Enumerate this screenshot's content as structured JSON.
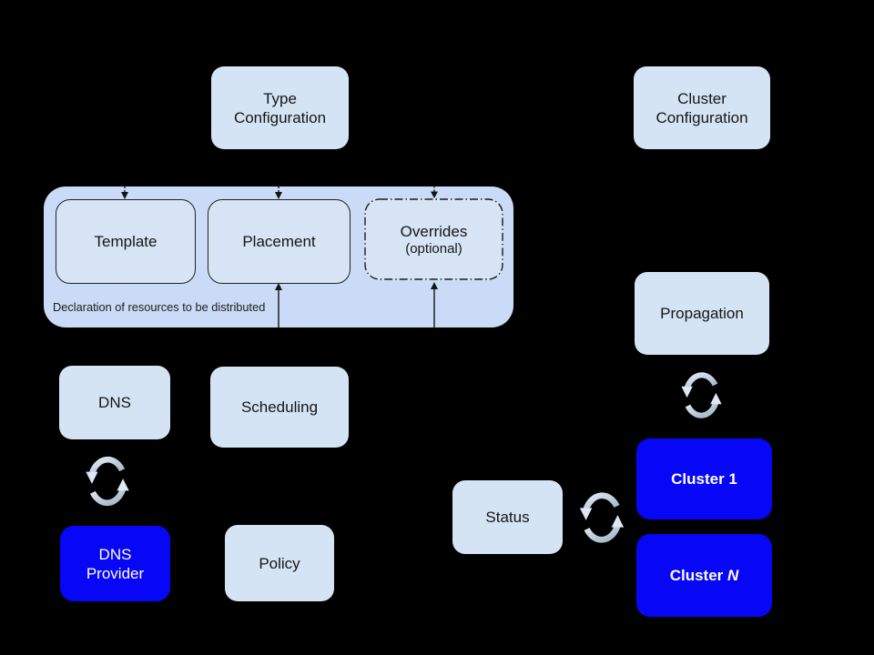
{
  "diagram": {
    "background": "#000000",
    "colors": {
      "container_fill": "#c9dbf6",
      "node_fill": "#d5e4f5",
      "highlight_fill": "#0706f6",
      "node_text": "#161616",
      "highlight_text": "#ffffff",
      "sync_icon_light": "#e0ebf6",
      "sync_icon_dark": "#9fb2c4",
      "connector": "#151515"
    },
    "nodes": {
      "type_configuration": {
        "lines": [
          "Type",
          "Configuration"
        ]
      },
      "cluster_configuration": {
        "lines": [
          "Cluster",
          "Configuration"
        ]
      },
      "template": {
        "label": "Template"
      },
      "placement": {
        "label": "Placement"
      },
      "overrides": {
        "label": "Overrides",
        "sublabel": "(optional)"
      },
      "dns": {
        "label": "DNS"
      },
      "scheduling": {
        "label": "Scheduling"
      },
      "dns_provider": {
        "lines": [
          "DNS",
          "Provider"
        ]
      },
      "policy": {
        "label": "Policy"
      },
      "propagation": {
        "label": "Propagation"
      },
      "status": {
        "label": "Status"
      },
      "cluster_1": {
        "label": "Cluster 1"
      },
      "cluster_n": {
        "prefix": "Cluster ",
        "italic_suffix": "N"
      }
    },
    "container": {
      "caption": "Declaration of resources to be distributed",
      "children": [
        "Template",
        "Placement",
        "Overrides (optional)"
      ]
    },
    "icons": {
      "sync": "two-curved-arrows-refresh-cycle"
    },
    "edges": [
      {
        "to": "template",
        "style": "dashed-arrow-down"
      },
      {
        "to": "placement",
        "style": "dashed-arrow-down"
      },
      {
        "to": "overrides",
        "style": "dashed-arrow-down"
      },
      {
        "to": "placement",
        "style": "solid-arrow-up"
      },
      {
        "to": "overrides",
        "style": "solid-arrow-up"
      },
      {
        "between": [
          "dns",
          "dns_provider"
        ],
        "style": "sync-icon"
      },
      {
        "between": [
          "propagation",
          "cluster_1"
        ],
        "style": "sync-icon"
      },
      {
        "between": [
          "status",
          "cluster_1"
        ],
        "style": "sync-icon"
      }
    ]
  }
}
